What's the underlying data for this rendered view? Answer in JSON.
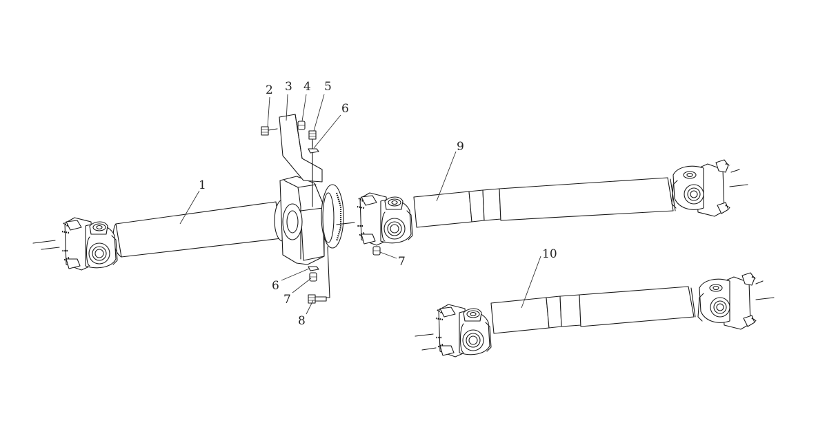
{
  "diagram": {
    "callouts": [
      {
        "id": "c1",
        "text": "1"
      },
      {
        "id": "c2",
        "text": "2"
      },
      {
        "id": "c3",
        "text": "3"
      },
      {
        "id": "c4",
        "text": "4"
      },
      {
        "id": "c5",
        "text": "5"
      },
      {
        "id": "c6a",
        "text": "6"
      },
      {
        "id": "c6b",
        "text": "6"
      },
      {
        "id": "c7a",
        "text": "7"
      },
      {
        "id": "c7b",
        "text": "7"
      },
      {
        "id": "c8",
        "text": "8"
      },
      {
        "id": "c9",
        "text": "9"
      },
      {
        "id": "c10",
        "text": "10"
      }
    ]
  }
}
